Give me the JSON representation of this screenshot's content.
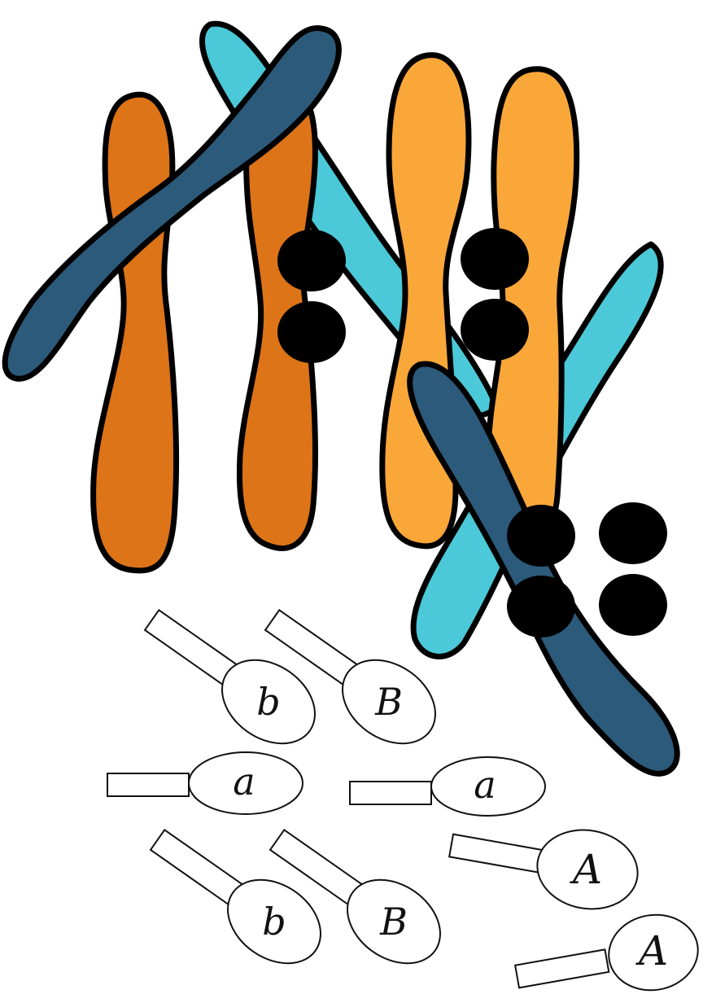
{
  "colors": {
    "dark_orange": "#dd7418",
    "light_orange": "#faa73a",
    "cyan": "#4cc9d8",
    "navy": "#2c5a7a",
    "outline": "#000000",
    "dot": "#000000"
  },
  "chromosomes": [
    {
      "name": "chromosome-dark-orange-left",
      "color": "dark_orange"
    },
    {
      "name": "chromosome-dark-orange-right",
      "color": "dark_orange"
    },
    {
      "name": "chromosome-light-orange-left",
      "color": "light_orange"
    },
    {
      "name": "chromosome-light-orange-right",
      "color": "light_orange"
    },
    {
      "name": "chromosome-cyan-upper",
      "color": "cyan"
    },
    {
      "name": "chromosome-cyan-lower",
      "color": "cyan"
    },
    {
      "name": "chromosome-navy-upper",
      "color": "navy"
    },
    {
      "name": "chromosome-navy-lower",
      "color": "navy"
    }
  ],
  "allele_labels": {
    "b_lower_1": "b",
    "B_upper_1": "B",
    "a_1": "a",
    "a_2": "a",
    "b_lower_2": "b",
    "B_upper_2": "B",
    "A_1": "A",
    "A_2": "A"
  }
}
